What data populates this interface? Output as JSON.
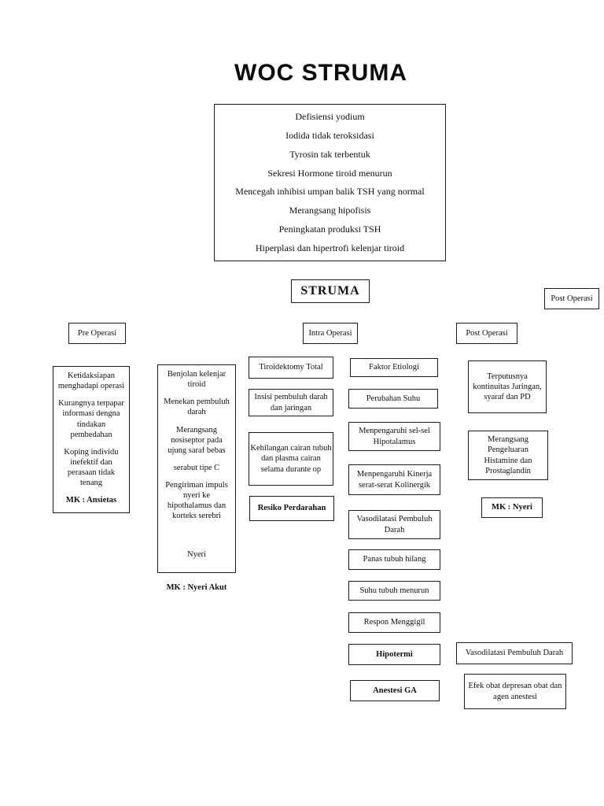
{
  "title": "WOC STRUMA",
  "colors": {
    "background": "#ffffff",
    "ink": "#111111",
    "border": "#1a1a1a"
  },
  "cascade": {
    "steps": [
      "Defisiensi yodium",
      "Iodida tidak teroksidasi",
      "Tyrosin tak terbentuk",
      "Sekresi Hormone tiroid menurun",
      "Mencegah inhibisi umpan balik TSH yang normal",
      "Merangsang hipofisis",
      "Peningkatan produksi TSH",
      "Hiperplasi dan hipertrofi kelenjar tiroid"
    ]
  },
  "struma_label": "STRUMA",
  "phases": {
    "post_top": "Post Operasi",
    "pre": "Pre Operasi",
    "intra": "Intra Operasi",
    "post": "Post Operasi"
  },
  "pre_column": {
    "p1": "Ketidaksiapan menghadapi operasi",
    "p2": "Kurangnya terpapar informasi dengna tindakan pembedahan",
    "p3": "Koping individu inefektif dan perasaan tidak tenang",
    "mk": "MK : Ansietas"
  },
  "benjolan_column": {
    "p1": "Benjolan kelenjar tiroid",
    "p2": "Menekan pembuluh darah",
    "p3": "Merangsang nosiseptor pada ujung saraf bebas",
    "p4": "serabut tipe C",
    "p5": "Pengiriman impuls nyeri ke hipothalamus dan korteks serebri",
    "p6": "Nyeri",
    "mk": "MK : Nyeri Akut"
  },
  "intra_column": {
    "b1": "Tiroidektomy Total",
    "b2": "Insisi pembuluh darah dan jaringan",
    "b3": "Kehilangan cairan tubuh dan plasma cairan selama durante op",
    "b4": "Resiko Perdarahan"
  },
  "etiologi_column": {
    "b1": "Faktor Etiologi",
    "b2": "Perubahan Suhu",
    "b3": "Menpengaruhi sel-sel Hipotalamus",
    "b4": "Menpengaruhi Kinerja serat-serat Kolinergik",
    "b5": "Vasodilatasi Pembuluh Darah",
    "b6": "Panas tubuh hilang",
    "b7": "Suhu tubuh menurun",
    "b8": "Respon Menggigil",
    "b9": "Hipotermi",
    "b10": "Anestesi GA"
  },
  "post_column": {
    "b1": "Terputusnya kontinuitas Jaringan, syaraf dan PD",
    "b2": "Merangsang Pengeluaran Histamine dan Prostaglandin",
    "mk": "MK : Nyeri",
    "b3": "Vasodilatasi Pembuluh Darah",
    "b4": "Efek obat depresan obat dan agen anestesi"
  }
}
